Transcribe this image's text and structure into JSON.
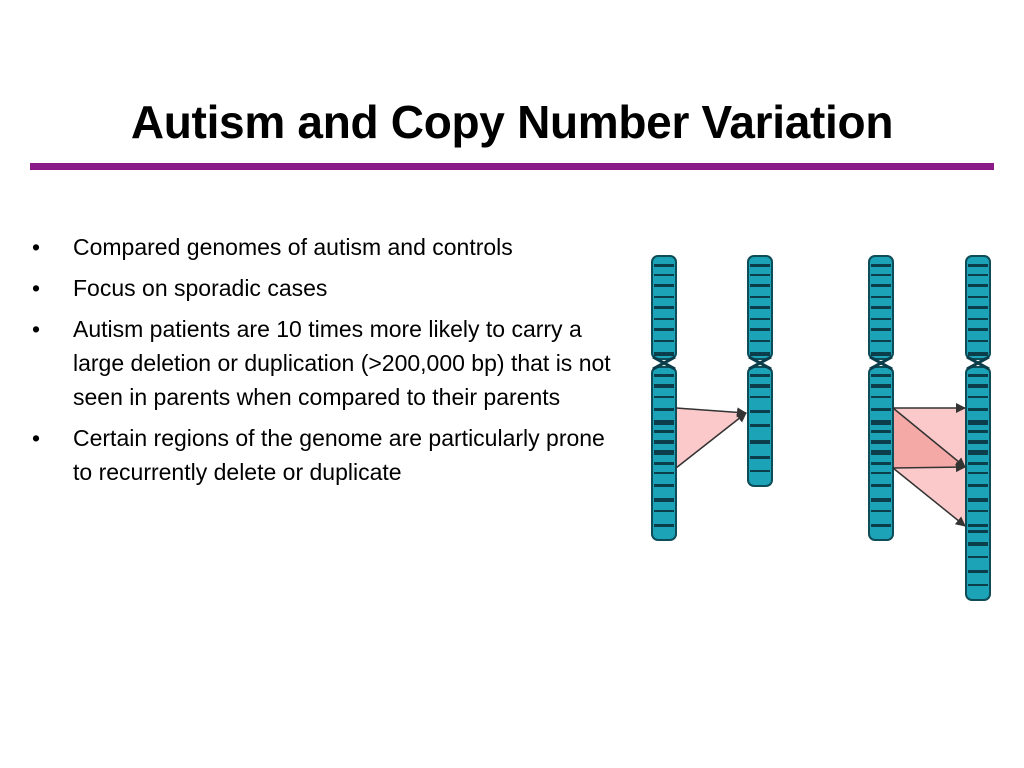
{
  "slide": {
    "title": "Autism and Copy Number Variation",
    "accent_color": "#8B1A89",
    "bullet_glyph": "•",
    "bullets": [
      {
        "text": "Compared genomes of autism and controls"
      },
      {
        "text": "Focus on sporadic cases"
      },
      {
        "text": "Autism patients are 10 times more likely to carry a large deletion or duplication (>200,000 bp) that is not seen in parents when compared to their parents"
      },
      {
        "text": "Certain regions of the genome are particularly prone to recurrently delete or duplicate"
      }
    ]
  },
  "diagram": {
    "chromosome_color": "#1CA3B8",
    "band_color": "#0B3D4A",
    "region_fill": "#FBC9C9",
    "region_fill_dark": "#F4A9A6",
    "arrow_color": "#333333",
    "panels": [
      {
        "name": "deletion",
        "source_chromosome": "parent",
        "result_chromosome": "child-deleted"
      },
      {
        "name": "duplication",
        "source_chromosome": "parent",
        "result_chromosome": "child-duplicated"
      }
    ]
  }
}
